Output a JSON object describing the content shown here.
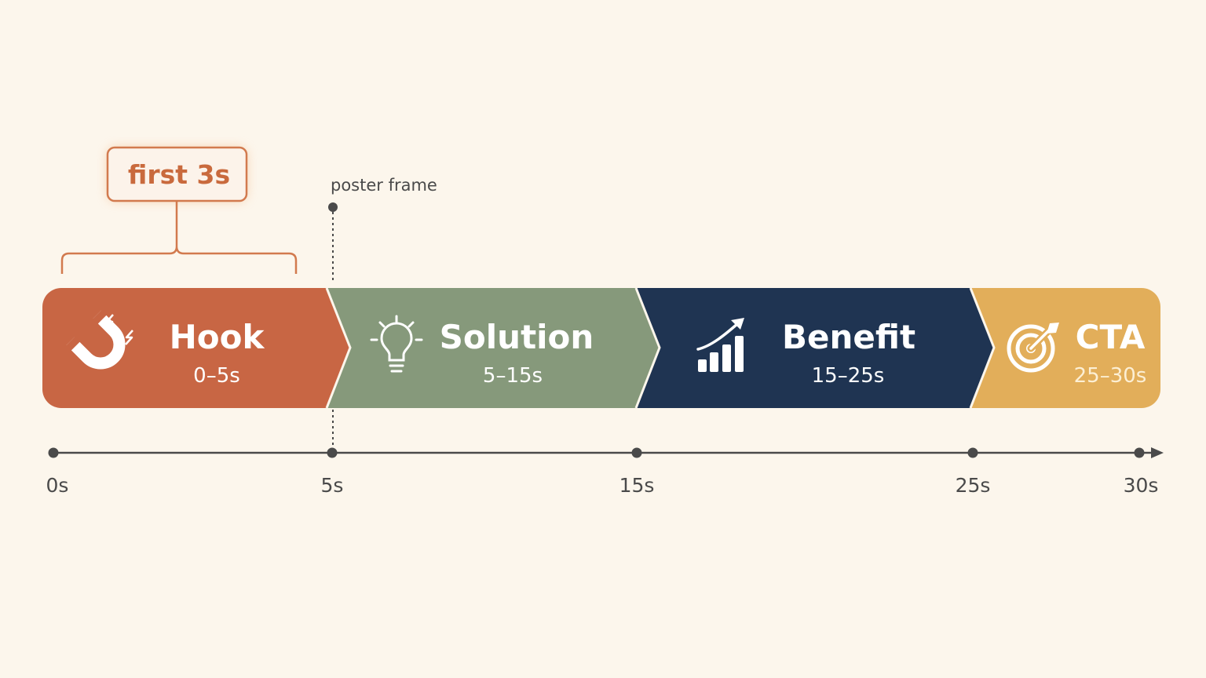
{
  "colors": {
    "background": "#FCF6EC",
    "hook": "#C86644",
    "solution": "#86997B",
    "benefit": "#1F3452",
    "cta": "#E2AE5A",
    "axis": "#4A4A4A",
    "callout": "#D27A4E"
  },
  "callout": {
    "label": "first 3s"
  },
  "poster_frame": {
    "label": "poster frame",
    "at": 5
  },
  "segments": [
    {
      "id": "hook",
      "title": "Hook",
      "range": "0–5s",
      "icon": "magnet-icon"
    },
    {
      "id": "solution",
      "title": "Solution",
      "range": "5–15s",
      "icon": "lightbulb-icon"
    },
    {
      "id": "benefit",
      "title": "Benefit",
      "range": "15–25s",
      "icon": "growth-chart-icon"
    },
    {
      "id": "cta",
      "title": "CTA",
      "range": "25–30s",
      "icon": "target-icon"
    }
  ],
  "axis": {
    "ticks": [
      {
        "label": "0s",
        "value": 0
      },
      {
        "label": "5s",
        "value": 5
      },
      {
        "label": "15s",
        "value": 15
      },
      {
        "label": "25s",
        "value": 25
      },
      {
        "label": "30s",
        "value": 30
      }
    ]
  }
}
